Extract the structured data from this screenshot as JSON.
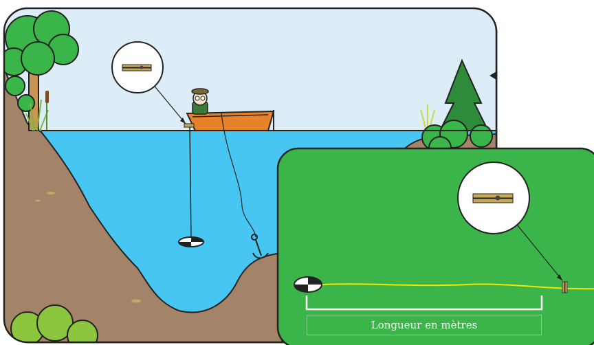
{
  "scene": {
    "lake_panel": "lake-cross-section",
    "measure_panel": "measuring-line-detail"
  },
  "measure_label": "Longueur en mètres",
  "colors": {
    "sky": "#dcedf7",
    "water": "#46c6f0",
    "earth": "#a48468",
    "grass_panel": "#3bb54a",
    "boat": "#e8822a",
    "line_yellow": "#f2e600",
    "tree_dark": "#2e8b3a",
    "bush": "#3ab54a"
  },
  "icons": [
    "clothespin-icon",
    "secchi-disk-icon",
    "anchor-icon",
    "fisherman-icon",
    "boat-icon"
  ]
}
